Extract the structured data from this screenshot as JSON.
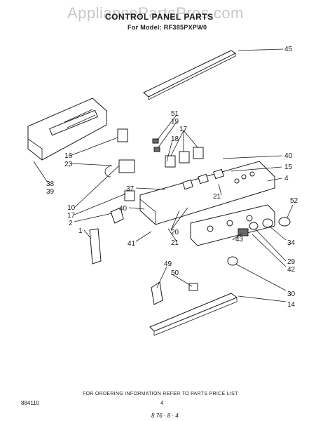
{
  "header": {
    "watermark": "AppliancePartsPros.com",
    "title": "CONTROL PANEL PARTS",
    "model_line": "For Model: RF385PXPW0"
  },
  "callouts": {
    "c45": "45",
    "c51": "51",
    "c19": "19",
    "c17a": "17",
    "c18": "18",
    "c16": "16",
    "c23": "23",
    "c40a": "40",
    "c15": "15",
    "c4": "4",
    "c38": "38",
    "c39": "39",
    "c37": "37",
    "c21a": "21",
    "c52": "52",
    "c10": "10",
    "c17b": "17",
    "c2": "2",
    "c40b": "40",
    "c1": "1",
    "c20": "20",
    "c43": "43",
    "c34": "34",
    "c41": "41",
    "c21b": "21",
    "c29": "29",
    "c42": "42",
    "c49": "49",
    "c50": "50",
    "c30": "30",
    "c14": "14"
  },
  "footer": {
    "ordering_note": "FOR ORDERING INFORMATION REFER TO PARTS PRICE LIST",
    "code": "884110",
    "page": "4",
    "signature": "8 76 · 8 · 4"
  }
}
